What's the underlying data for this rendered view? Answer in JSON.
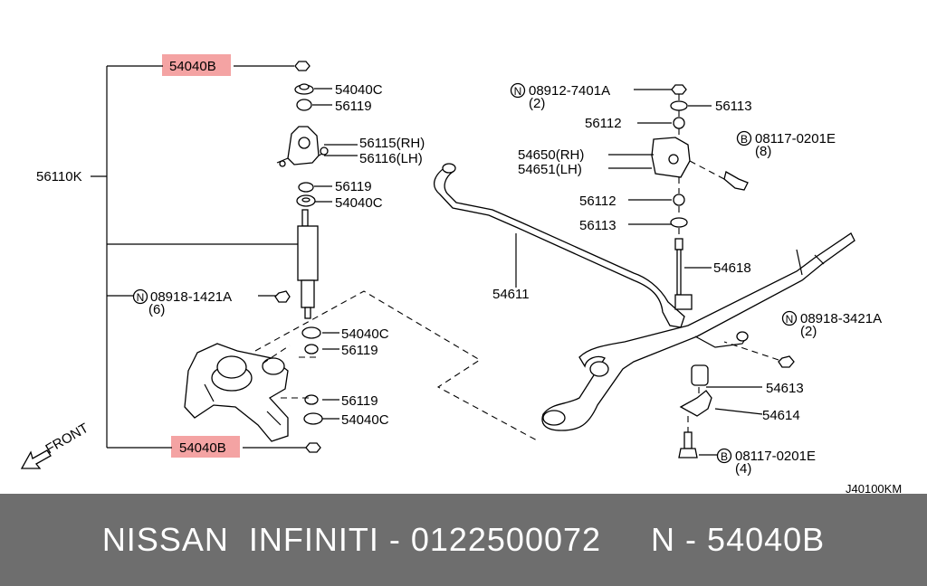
{
  "diagram": {
    "labels": {
      "l54040b_top": "54040B",
      "l54040c_1": "54040C",
      "l56119_1": "56119",
      "l56115": "56115(RH)",
      "l56116": "56116(LH)",
      "l56110k": "56110K",
      "l56119_2": "56119",
      "l54040c_2": "54040C",
      "l08918_1421a": "08918-1421A",
      "l08918_1421a_qty": "(6)",
      "l54040c_3": "54040C",
      "l56119_3": "56119",
      "l56119_4": "56119",
      "l54040c_4": "54040C",
      "l54040b_bot": "54040B",
      "front": "FRONT",
      "l08912": "08912-7401A",
      "l08912_qty": "(2)",
      "l56113_1": "56113",
      "l56112_1": "56112",
      "l08117_top": "08117-0201E",
      "l08117_top_qty": "(8)",
      "l54650": "54650(RH)",
      "l54651": "54651(LH)",
      "l56112_2": "56112",
      "l56113_2": "56113",
      "l54618": "54618",
      "l54611": "54611",
      "l08918_3421a": "08918-3421A",
      "l08918_3421a_qty": "(2)",
      "l54613": "54613",
      "l54614": "54614",
      "l08117_bot": "08117-0201E",
      "l08117_bot_qty": "(4)",
      "code": "J40100KM",
      "n": "N",
      "b": "B"
    }
  },
  "footer": {
    "text": "NISSAN  INFINITI - 0122500072     N - 54040B"
  },
  "colors": {
    "highlight": "#f4a3a3",
    "footer_bg": "#6e6e6e"
  }
}
